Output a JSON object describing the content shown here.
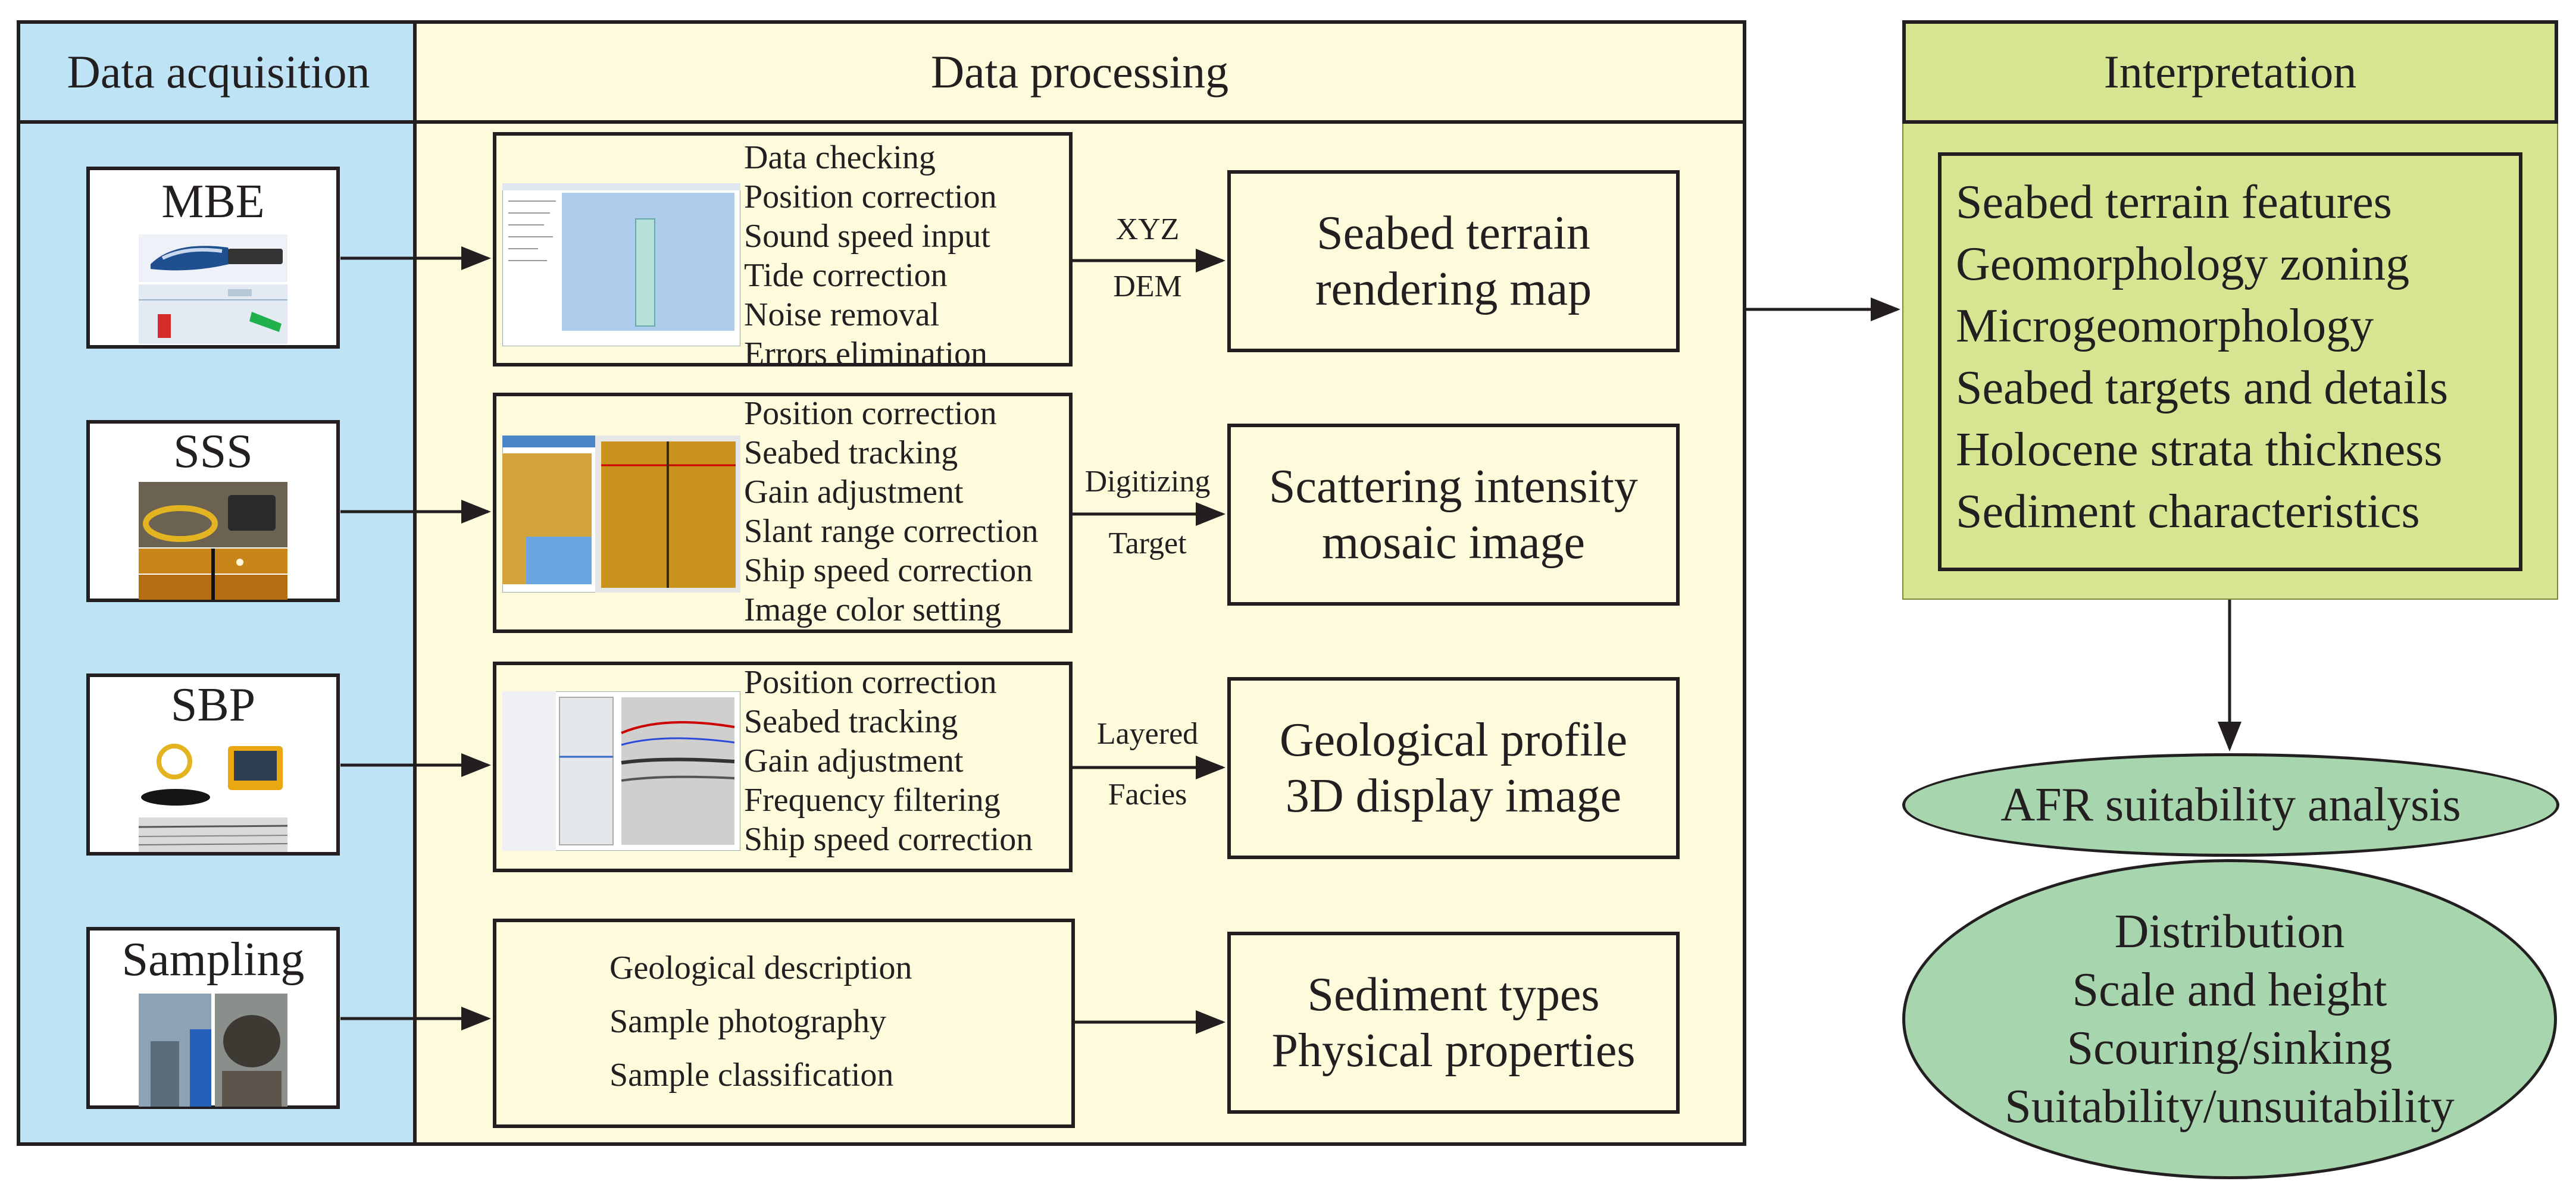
{
  "headers": {
    "acquisition": "Data acquisition",
    "processing": "Data processing",
    "interpretation": "Interpretation"
  },
  "instruments": [
    {
      "label": "MBE"
    },
    {
      "label": "SSS"
    },
    {
      "label": "SBP"
    },
    {
      "label": "Sampling"
    }
  ],
  "processing_steps": [
    {
      "items": [
        "Data checking",
        "Position  correction",
        "Sound speed input",
        "Tide correction",
        "Noise removal",
        "Errors elimination"
      ]
    },
    {
      "items": [
        "Position  correction",
        "Seabed tracking",
        "Gain adjustment",
        "Slant range correction",
        "Ship speed correction",
        "Image color setting"
      ]
    },
    {
      "items": [
        "Position  correction",
        "Seabed tracking",
        "Gain adjustment",
        "Frequency filtering",
        "Ship speed correction"
      ]
    },
    {
      "items": [
        "Geological description",
        "Sample photography",
        "Sample classification"
      ]
    }
  ],
  "arrow_labels": [
    {
      "top": "XYZ",
      "bottom": "DEM"
    },
    {
      "top": "Digitizing",
      "bottom": "Target"
    },
    {
      "top": "Layered",
      "bottom": "Facies"
    },
    {
      "top": "",
      "bottom": ""
    }
  ],
  "outputs": [
    {
      "line1": "Seabed terrain",
      "line2": "rendering map"
    },
    {
      "line1": "Scattering intensity",
      "line2": "mosaic image"
    },
    {
      "line1": "Geological profile",
      "line2": "3D display image"
    },
    {
      "line1": "Sediment types",
      "line2": "Physical properties"
    }
  ],
  "interpretation_items": [
    "Seabed terrain features",
    "Geomorphology zoning",
    "Microgeomorphology",
    "Seabed targets and details",
    "Holocene strata thickness",
    "Sediment characteristics"
  ],
  "afr": {
    "title": "AFR suitability analysis",
    "items": [
      "Distribution",
      "Scale and height",
      "Scouring/sinking",
      "Suitability/unsuitability"
    ]
  },
  "colors": {
    "acquisition_bg": "#bde3f4",
    "processing_bg": "#fefbdc",
    "interpretation_bg": "#d6e592",
    "ellipse_bg": "#a7d5ad",
    "line": "#231f20"
  }
}
